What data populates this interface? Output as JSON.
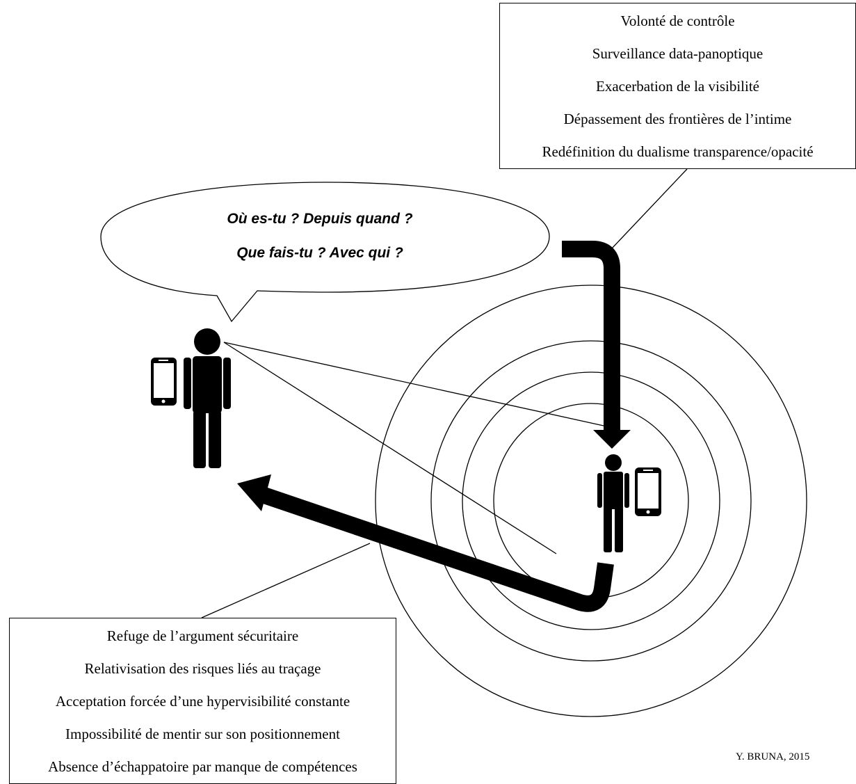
{
  "speech_bubble": {
    "line1": "Où es-tu ?  Depuis quand ?",
    "line2": "Que fais-tu ?  Avec qui ?"
  },
  "surveillance_box": {
    "items": [
      "Volonté de contrôle",
      "Surveillance data-panoptique",
      "Exacerbation de la visibilité",
      "Dépassement des frontières de l’intime",
      "Redéfinition du dualisme transparence/opacité"
    ]
  },
  "acceptance_box": {
    "items": [
      "Refuge de l’argument sécuritaire",
      "Relativisation des risques liés au traçage",
      "Acceptation forcée d’une hypervisibilité constante",
      "Impossibilité de mentir sur son positionnement",
      "Absence d’échappatoire par manque de compétences"
    ]
  },
  "credit": "Y. BRUNA, 2015",
  "icons": {
    "observer": "person-icon",
    "observer_device": "smartphone-icon",
    "observed": "person-icon",
    "observed_device": "smartphone-icon"
  },
  "colors": {
    "ink": "#000000",
    "paper": "#ffffff"
  }
}
